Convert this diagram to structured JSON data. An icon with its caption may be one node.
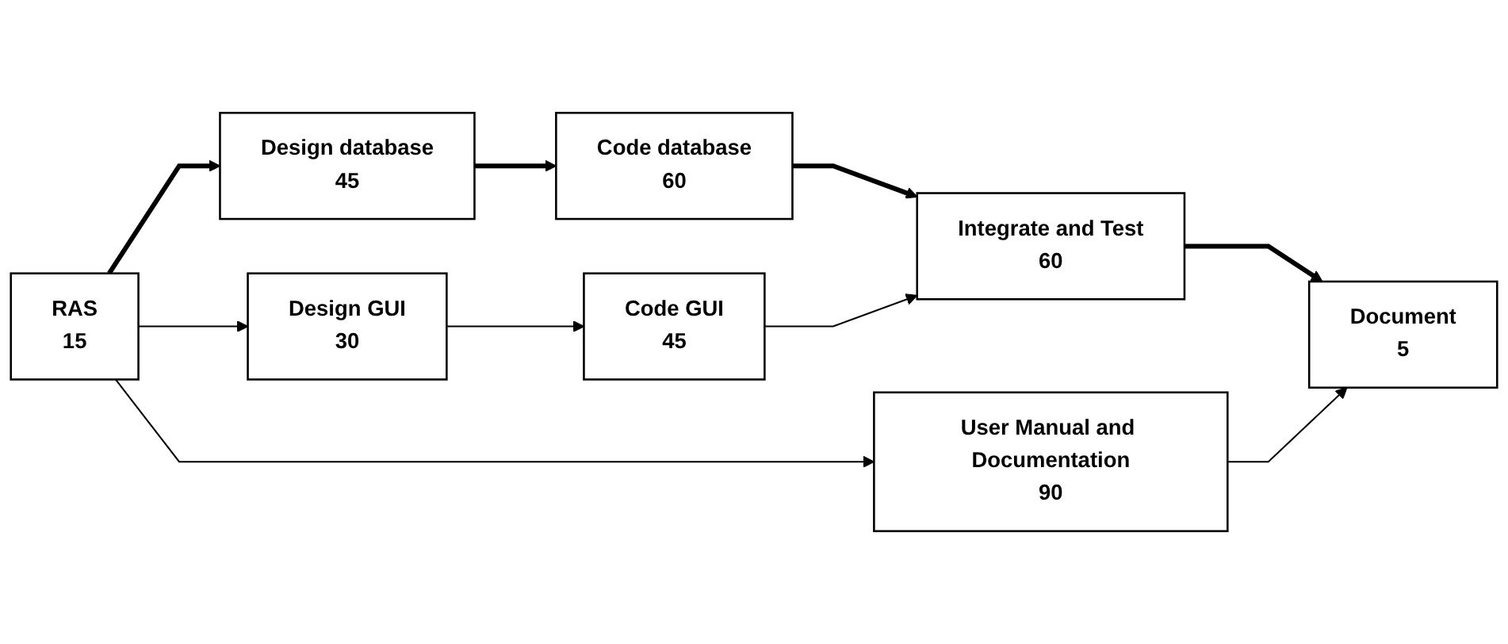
{
  "diagram": {
    "nodes": [
      {
        "text": [
          "RAS",
          "15"
        ]
      },
      {
        "text": [
          "Design database",
          "45"
        ]
      },
      {
        "text": [
          "Code database",
          "60"
        ]
      },
      {
        "text": [
          "Design GUI",
          "30"
        ]
      },
      {
        "text": [
          "Code GUI",
          "45"
        ]
      },
      {
        "text": [
          "Integrate and Test",
          "60"
        ]
      },
      {
        "text": [
          "Document",
          "5"
        ]
      },
      {
        "text": [
          "User Manual and Documentation",
          "90"
        ]
      }
    ],
    "edges": [
      {
        "from": 0,
        "to": 1,
        "arrow": "to",
        "style": "thick"
      },
      {
        "from": 1,
        "to": 2,
        "arrow": "to",
        "style": "thick"
      },
      {
        "from": 0,
        "to": 3,
        "arrow": "to"
      },
      {
        "from": 3,
        "to": 4,
        "arrow": "to"
      },
      {
        "from": 2,
        "to": 5,
        "arrow": "to",
        "style": "thick"
      },
      {
        "from": 4,
        "to": 5,
        "arrow": "to"
      },
      {
        "from": 5,
        "to": 6,
        "arrow": "to",
        "style": "thick"
      },
      {
        "from": 0,
        "to": 7,
        "arrow": "to"
      },
      {
        "from": 7,
        "to": 6,
        "arrow": "to"
      }
    ]
  }
}
